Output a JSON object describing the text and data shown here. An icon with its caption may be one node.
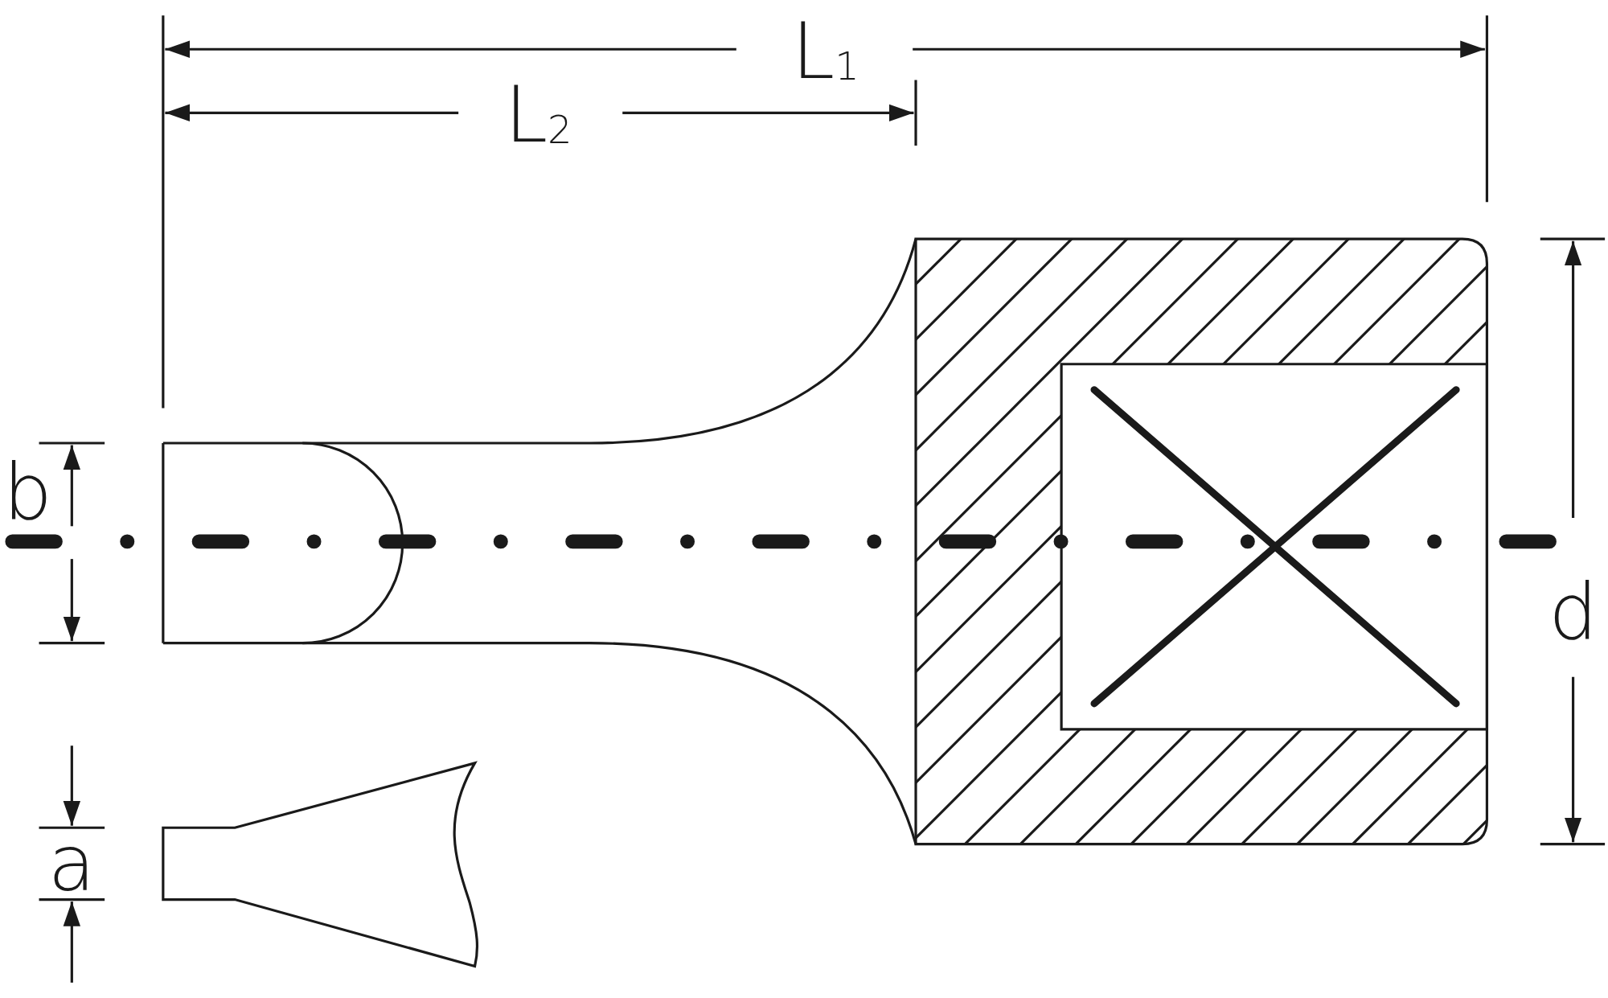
{
  "diagram": {
    "labels": [
      "L$_{1}$",
      "L$_{2}$",
      "b",
      "d",
      "a"
    ]
  }
}
